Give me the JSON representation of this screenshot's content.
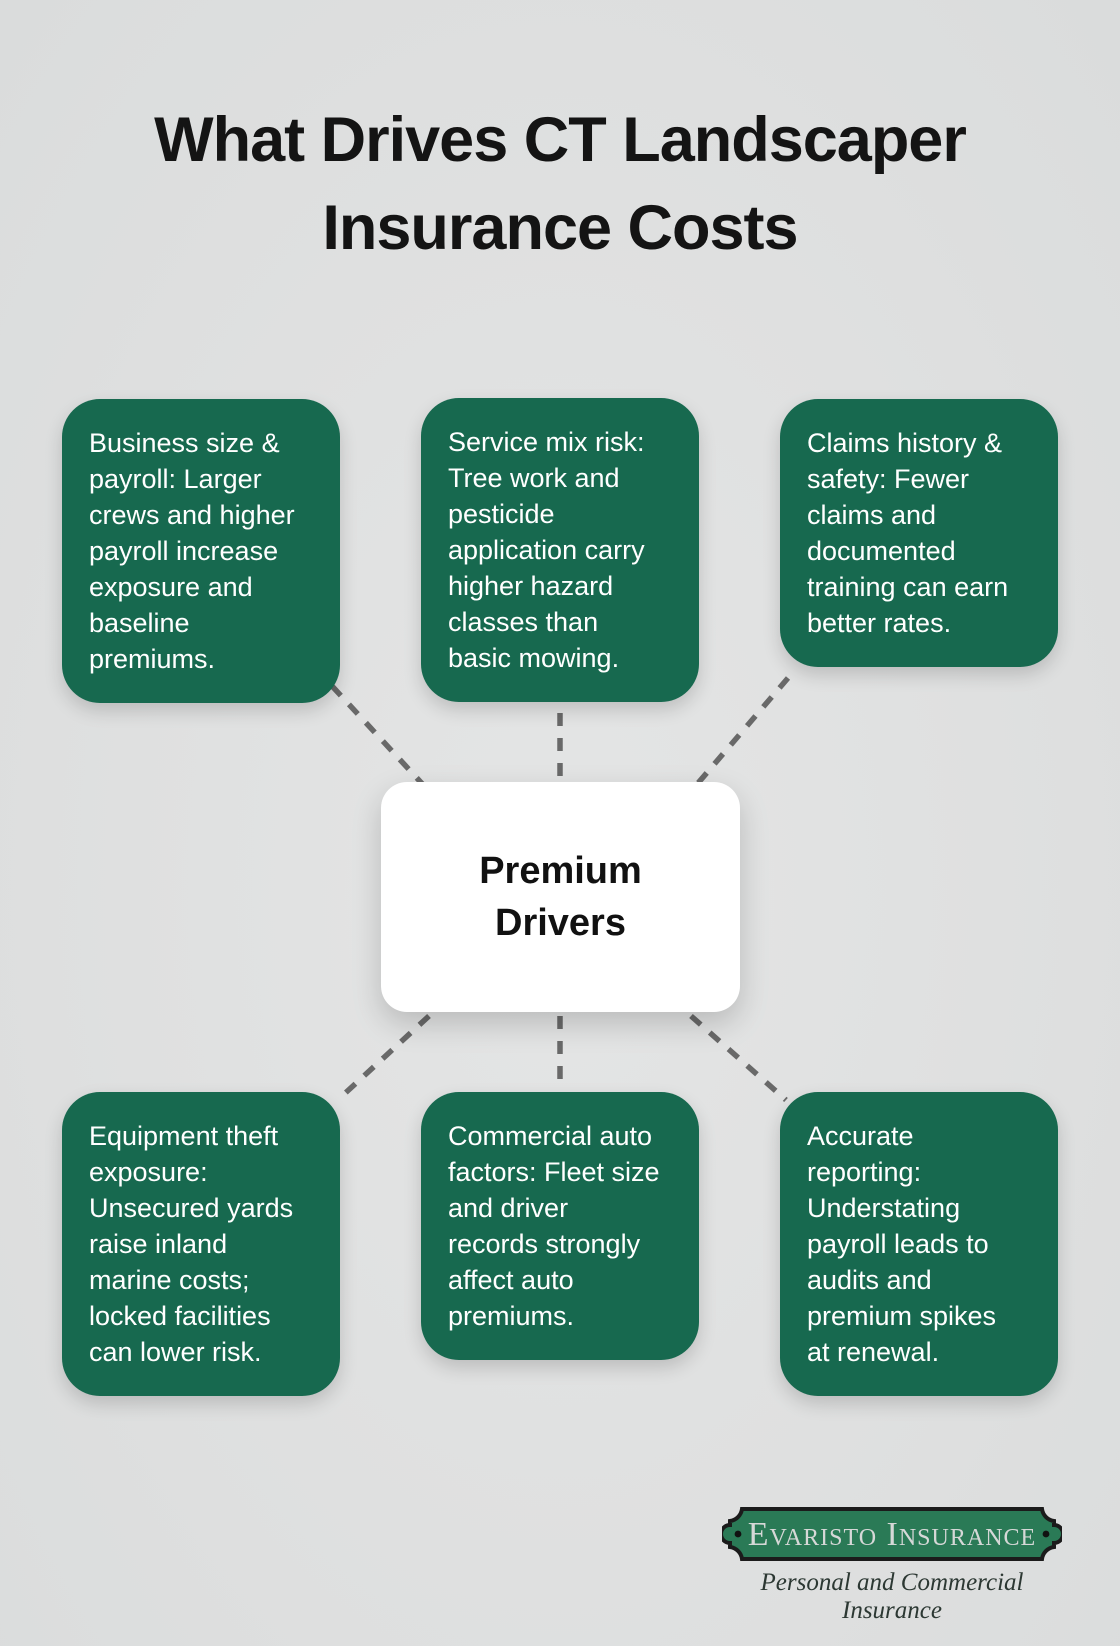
{
  "title": "What Drives CT Landscaper Insurance Costs",
  "hub": {
    "label": "Premium Drivers"
  },
  "factors": [
    {
      "id": "business-size-payroll",
      "text": "Business size & payroll: Larger crews and higher payroll increase exposure and baseline premiums."
    },
    {
      "id": "service-mix-risk",
      "text": "Service mix risk: Tree work and pesticide application carry higher hazard classes than basic mowing."
    },
    {
      "id": "claims-history-safety",
      "text": "Claims history & safety: Fewer claims and documented training can earn better rates."
    },
    {
      "id": "equipment-theft-exposure",
      "text": "Equipment theft exposure: Unsecured yards raise inland marine costs; locked facilities can lower risk."
    },
    {
      "id": "commercial-auto-factors",
      "text": "Commercial auto factors: Fleet size and driver records strongly affect auto premiums."
    },
    {
      "id": "accurate-reporting",
      "text": "Accurate reporting: Understating payroll leads to audits and premium spikes at renewal."
    }
  ],
  "brand": {
    "name": "Evaristo Insurance",
    "tagline": "Personal and Commercial Insurance"
  },
  "diagram": {
    "type": "hub-and-spoke",
    "hub": "Premium Drivers",
    "spokes": 6,
    "connector_style": "dashed"
  },
  "colors": {
    "background": "#dfe0e0",
    "box_green": "#17694F",
    "box_text": "#ffffff",
    "center_box": "#ffffff",
    "title_text": "#141414",
    "connector": "#696969",
    "plaque_green": "#2A7A56",
    "plaque_border": "#1b1b1b",
    "brand_text": "#d6d8d7",
    "tagline_text": "#2c3833"
  }
}
